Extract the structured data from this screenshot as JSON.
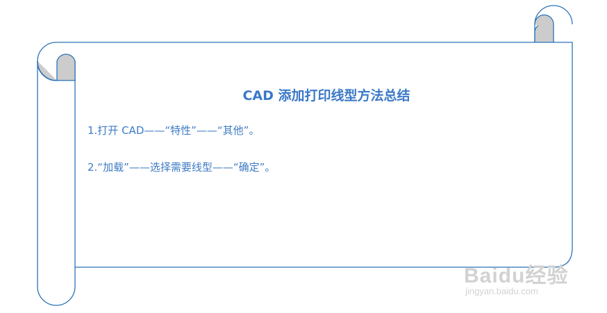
{
  "document": {
    "title": "CAD 添加打印线型方法总结",
    "steps": [
      "1.打开 CAD——“特性”——“其他”。",
      "2.“加载”——选择需要线型——“确定”。"
    ]
  },
  "watermark": {
    "logo_text": "Baidu经验",
    "url_text": "jingyan.baidu.com"
  },
  "colors": {
    "accent": "#3a78c8",
    "border": "#2a72b8",
    "curl_fill": "#cccccc",
    "watermark": "#d2d2d2"
  }
}
